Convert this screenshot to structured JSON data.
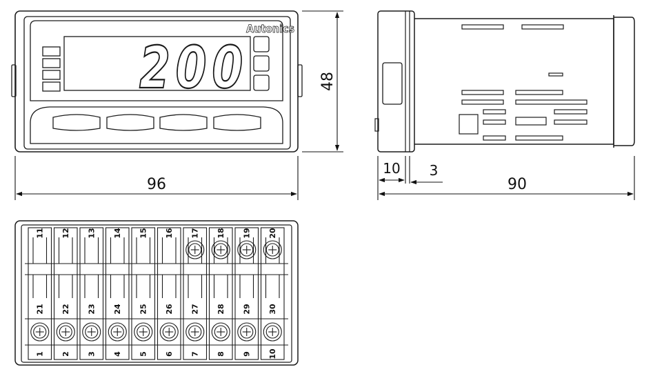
{
  "brand": "Autonics",
  "display_value": "200",
  "dimensions": {
    "width": "96",
    "height": "48",
    "bezel_depth": "10",
    "gap": "3",
    "body_depth": "90"
  },
  "terminals": {
    "top_row": [
      "11",
      "12",
      "13",
      "14",
      "15",
      "16",
      "17",
      "18",
      "19",
      "20"
    ],
    "middle_row": [
      "21",
      "22",
      "23",
      "24",
      "25",
      "26",
      "27",
      "28",
      "29",
      "30"
    ],
    "bottom_row": [
      "1",
      "2",
      "3",
      "4",
      "5",
      "6",
      "7",
      "8",
      "9",
      "10"
    ],
    "top_screw_count": 4
  }
}
